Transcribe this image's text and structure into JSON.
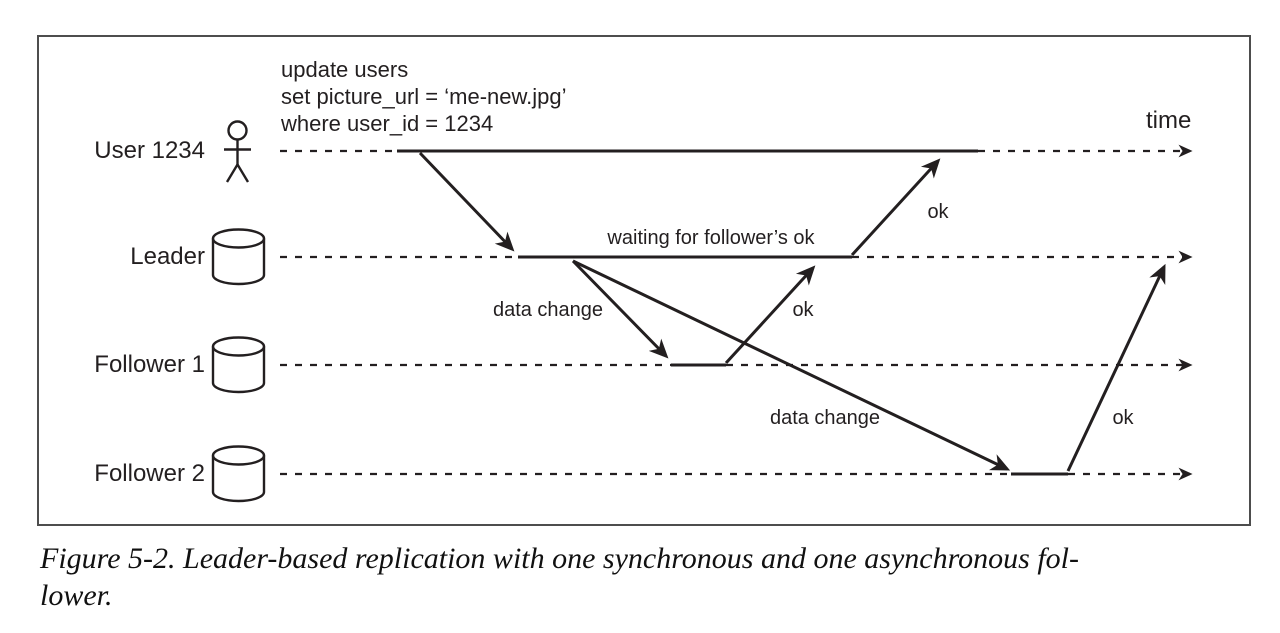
{
  "diagram": {
    "time_label": "time",
    "query_lines": [
      "update users",
      "set picture_url = ‘me-new.jpg’",
      "where user_id = 1234"
    ],
    "actors": [
      {
        "label": "User 1234",
        "icon": "person-icon"
      },
      {
        "label": "Leader",
        "icon": "database-icon"
      },
      {
        "label": "Follower 1",
        "icon": "database-icon"
      },
      {
        "label": "Follower 2",
        "icon": "database-icon"
      }
    ],
    "leader_note": "waiting for follower’s ok",
    "messages": [
      {
        "from": "User 1234",
        "to": "Leader",
        "label": "",
        "type": "write-request"
      },
      {
        "from": "Leader",
        "to": "Follower 1",
        "label": "data change",
        "type": "replication"
      },
      {
        "from": "Follower 1",
        "to": "Leader",
        "label": "ok",
        "type": "ack"
      },
      {
        "from": "Leader",
        "to": "User 1234",
        "label": "ok",
        "type": "ack"
      },
      {
        "from": "Leader",
        "to": "Follower 2",
        "label": "data change",
        "type": "replication"
      },
      {
        "from": "Follower 2",
        "to": "Leader",
        "label": "ok",
        "type": "ack"
      }
    ],
    "colors": {
      "stroke": "#231f20",
      "frame_border": "#4d4d4d",
      "background": "#ffffff"
    }
  },
  "caption": {
    "line1": "Figure 5-2. Leader-based replication with one synchronous and one asynchronous fol-",
    "line2": "lower."
  }
}
